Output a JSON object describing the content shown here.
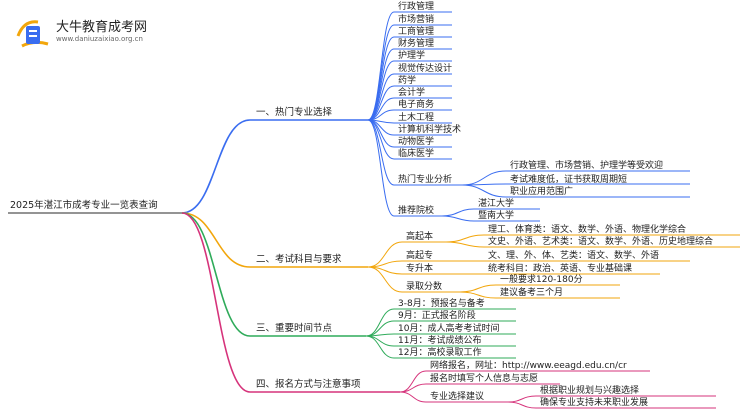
{
  "brand": {
    "name": "大牛教育成考网",
    "url": "www.daniuzaixiao.org.cn"
  },
  "colors": {
    "c1": "#3a6df0",
    "c2": "#f2a60c",
    "c3": "#2fab5a",
    "c4": "#d6337b"
  },
  "root": "2025年湛江市成考专业一览表查询",
  "branches": [
    {
      "label": "一、热门专业选择",
      "items": [
        "行政管理",
        "市场营销",
        "工商管理",
        "财务管理",
        "护理学",
        "视觉传达设计",
        "药学",
        "会计学",
        "电子商务",
        "土木工程",
        "计算机科学技术",
        "动物医学",
        "临床医学"
      ],
      "analysis": {
        "label": "热门专业分析",
        "items": [
          "行政管理、市场营销、护理学等受欢迎",
          "考试难度低，证书获取周期短",
          "职业应用范围广"
        ]
      },
      "schools": {
        "label": "推荐院校",
        "items": [
          "湛江大学",
          "暨南大学"
        ]
      }
    },
    {
      "label": "二、考试科目与要求",
      "gaoqiben": {
        "label": "高起本",
        "items": [
          "理工、体育类：语文、数学、外语、物理化学综合",
          "文史、外语、艺术类：语文、数学、外语、历史地理综合"
        ]
      },
      "gaoqizhuan": {
        "label": "高起专",
        "text": "文、理、外、体、艺类：语文、数学、外语"
      },
      "zhuanshengben": {
        "label": "专升本",
        "text": "统考科目：政治、英语、专业基础课"
      },
      "score": {
        "label": "录取分数",
        "items": [
          "一般要求120-180分",
          "建议备考三个月"
        ]
      }
    },
    {
      "label": "三、重要时间节点",
      "items": [
        "3-8月：预报名与备考",
        "9月：正式报名阶段",
        "10月：成人高考考试时间",
        "11月：考试成绩公布",
        "12月：高校录取工作"
      ]
    },
    {
      "label": "四、报名方式与注意事项",
      "items": [
        "网络报名，网址：http://www.eeagd.edu.cn/cr",
        "报名时填写个人信息与志愿"
      ],
      "advice": {
        "label": "专业选择建议",
        "items": [
          "根据职业规划与兴趣选择",
          "确保专业支持未来职业发展"
        ]
      }
    }
  ]
}
